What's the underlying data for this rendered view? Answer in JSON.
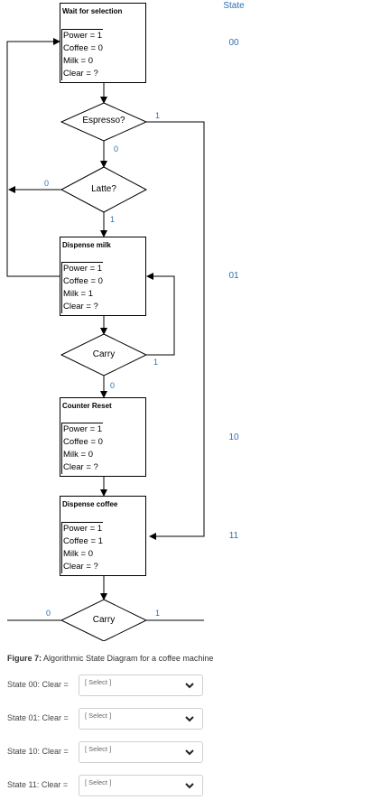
{
  "header": {
    "state_label": "State"
  },
  "states": {
    "s00": "00",
    "s01": "01",
    "s10": "10",
    "s11": "11"
  },
  "boxes": {
    "wait": {
      "title": "Wait for selection",
      "vars": [
        "Power = 1",
        "Coffee = 0",
        "Milk = 0",
        "Clear = ?"
      ]
    },
    "dispense_milk": {
      "title": "Dispense milk",
      "vars": [
        "Power = 1",
        "Coffee = 0",
        "Milk = 1",
        "Clear = ?"
      ]
    },
    "counter_reset": {
      "title": "Counter Reset",
      "vars": [
        "Power = 1",
        "Coffee = 0",
        "Milk = 0",
        "Clear = ?"
      ]
    },
    "dispense_coffee": {
      "title": "Dispense coffee",
      "vars": [
        "Power = 1",
        "Coffee = 1",
        "Milk = 0",
        "Clear = ?"
      ]
    }
  },
  "decisions": {
    "espresso": "Espresso?",
    "latte": "Latte?",
    "carry1": "Carry",
    "carry2": "Carry"
  },
  "edge_labels": {
    "espresso_yes": "1",
    "espresso_no": "0",
    "latte_no": "0",
    "latte_yes": "1",
    "carry1_yes": "1",
    "carry1_no": "0",
    "carry2_no": "0",
    "carry2_yes": "1"
  },
  "caption": {
    "prefix": "Figure 7:",
    "text": " Algorithmic State Diagram for a coffee machine"
  },
  "questions": [
    {
      "label": "State 00: Clear =",
      "placeholder": "[ Select ]"
    },
    {
      "label": "State 01: Clear =",
      "placeholder": "[ Select ]"
    },
    {
      "label": "State 10: Clear =",
      "placeholder": "[ Select ]"
    },
    {
      "label": "State 11: Clear =",
      "placeholder": "[ Select ]"
    }
  ],
  "colors": {
    "label_blue": "#2e6fb6",
    "line": "#000000"
  }
}
